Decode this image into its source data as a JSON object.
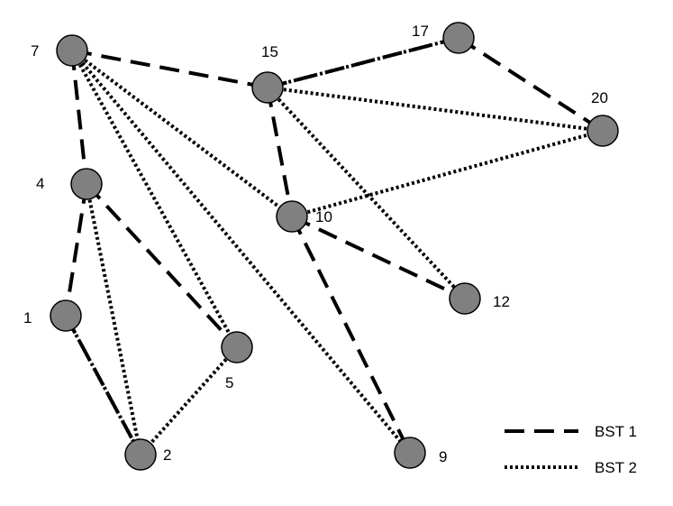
{
  "nodes": [
    {
      "id": "7",
      "label": "7"
    },
    {
      "id": "15",
      "label": "15"
    },
    {
      "id": "17",
      "label": "17"
    },
    {
      "id": "20",
      "label": "20"
    },
    {
      "id": "4",
      "label": "4"
    },
    {
      "id": "10",
      "label": "10"
    },
    {
      "id": "12",
      "label": "12"
    },
    {
      "id": "1",
      "label": "1"
    },
    {
      "id": "5",
      "label": "5"
    },
    {
      "id": "2",
      "label": "2"
    },
    {
      "id": "9",
      "label": "9"
    }
  ],
  "edges_bst1": [
    [
      "7",
      "15"
    ],
    [
      "15",
      "17"
    ],
    [
      "17",
      "20"
    ],
    [
      "7",
      "4"
    ],
    [
      "4",
      "1"
    ],
    [
      "1",
      "2"
    ],
    [
      "4",
      "5"
    ],
    [
      "15",
      "10"
    ],
    [
      "10",
      "12"
    ],
    [
      "10",
      "9"
    ]
  ],
  "edges_bst2": [
    [
      "15",
      "17"
    ],
    [
      "15",
      "20"
    ],
    [
      "10",
      "20"
    ],
    [
      "7",
      "10"
    ],
    [
      "7",
      "5"
    ],
    [
      "7",
      "9"
    ],
    [
      "15",
      "12"
    ],
    [
      "4",
      "2"
    ],
    [
      "1",
      "2"
    ],
    [
      "5",
      "2"
    ]
  ],
  "legend": {
    "bst1_label": "BST 1",
    "bst2_label": "BST 2"
  },
  "colors": {
    "node_fill": "#808080",
    "node_stroke": "#000000",
    "edge": "#000000"
  }
}
